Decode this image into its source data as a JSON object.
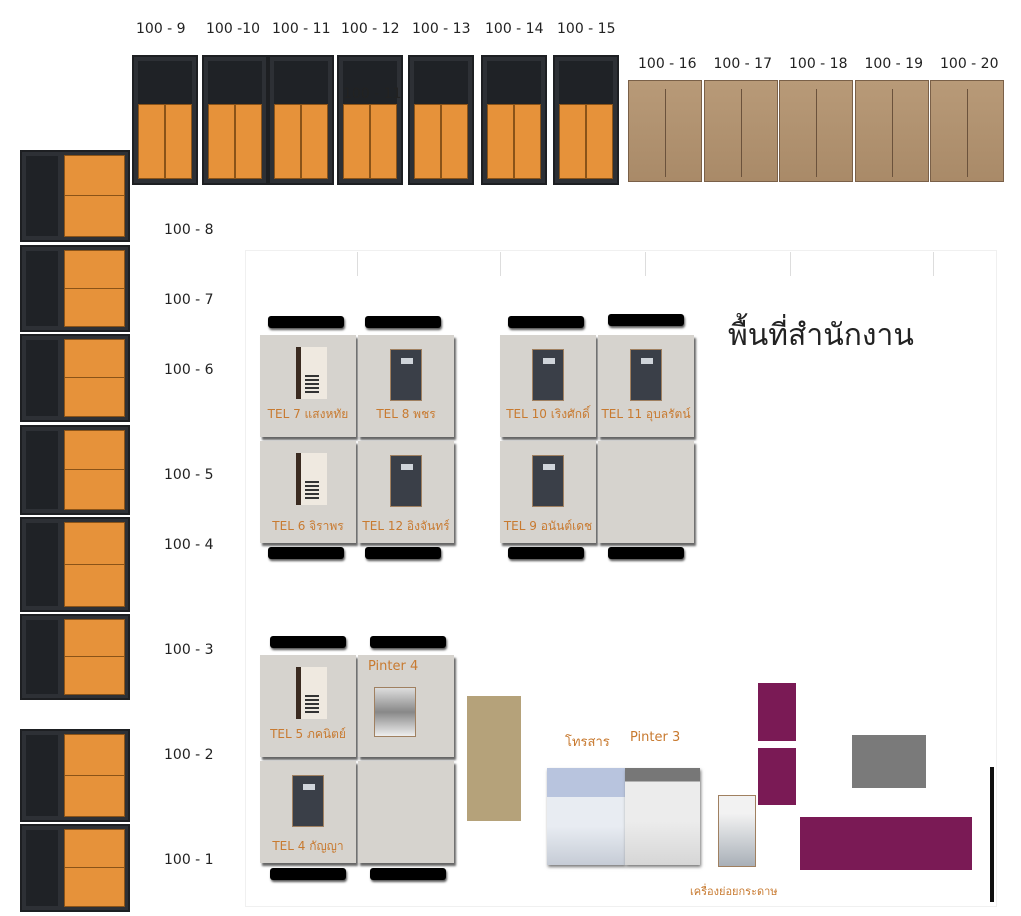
{
  "top_cabinets": [
    "100 - 9",
    "100 -10",
    "100 - 11",
    "100 - 12",
    "100 - 13",
    "100 - 14",
    "100 - 15"
  ],
  "overlay_label": "100 - 11",
  "wood_cabinets": [
    "100 - 16",
    "100 - 17",
    "100 - 18",
    "100 - 19",
    "100 - 20"
  ],
  "left_cabinets": [
    "100 - 8",
    "100 - 7",
    "100 - 6",
    "100 - 5",
    "100 - 4",
    "100 - 3",
    "100 - 2",
    "100 - 1"
  ],
  "office_title": "พื้นที่สำนักงาน",
  "desks": [
    {
      "label": "TEL 7 แสงหทัย",
      "phone": "white"
    },
    {
      "label": "TEL 8 พชร",
      "phone": "dark"
    },
    {
      "label": "TEL 6 จิราพร",
      "phone": "white"
    },
    {
      "label": "TEL 12 อิงจันทร์",
      "phone": "dark"
    },
    {
      "label": "TEL 10 เริงศักดิ์",
      "phone": "dark"
    },
    {
      "label": "TEL 11 อุบลรัตน์",
      "phone": "dark"
    },
    {
      "label": "TEL 9 อนันต์เดช",
      "phone": "dark"
    },
    {
      "label": "",
      "phone": ""
    },
    {
      "label": "TEL 5 ภคนิตย์",
      "phone": "white"
    },
    {
      "label": "Pinter 4",
      "phone": "printer"
    },
    {
      "label": "TEL 4 กัญญา",
      "phone": "dark"
    },
    {
      "label": "",
      "phone": ""
    }
  ],
  "equipment": {
    "fax": "โทรสาร",
    "printer3": "Pinter 3",
    "shredder": "เครื่องย่อยกระดาษ"
  },
  "colors": {
    "orange_door": "#e6923a",
    "furniture_purple": "#7a1a55",
    "table_tan": "#b5a27a",
    "label_orange": "#c87a30"
  }
}
